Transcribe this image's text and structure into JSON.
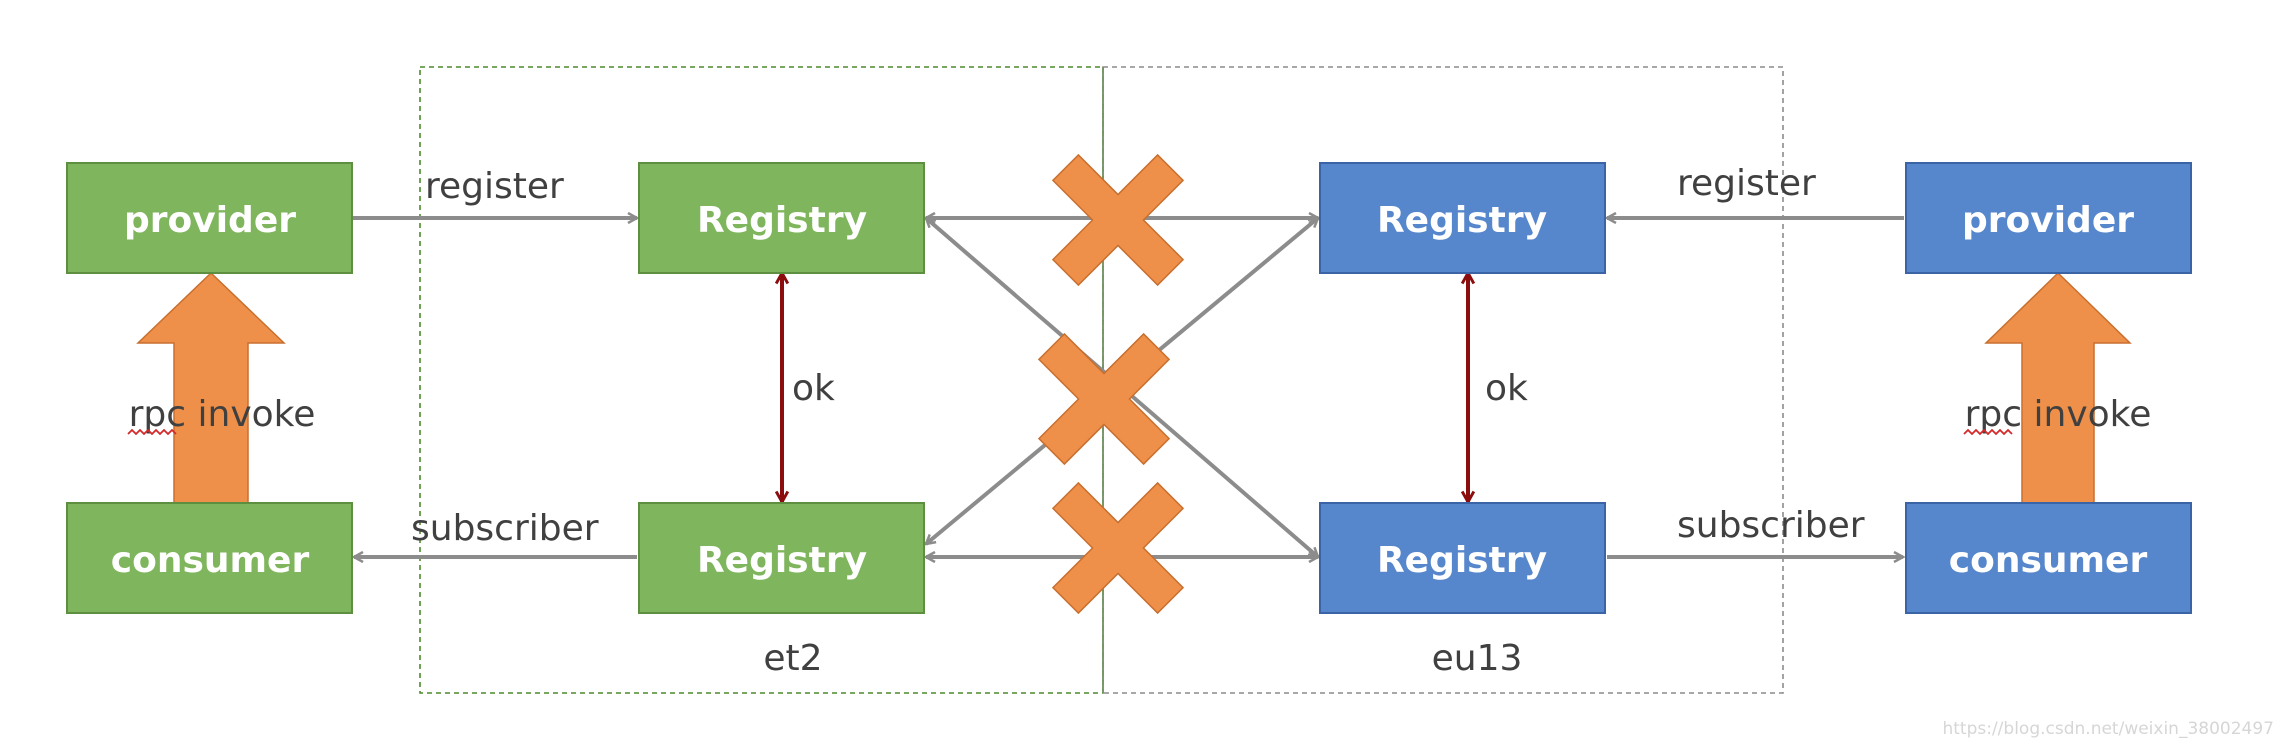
{
  "colors": {
    "green_fill": "#7fb55c",
    "green_border": "#5e8f40",
    "blue_fill": "#5686cb",
    "blue_border": "#3b64a6",
    "gray_arrow": "#8c8c8c",
    "dark_red_arrow": "#8b0d0d",
    "orange": "#ef904a",
    "orange_border": "#c86f2e",
    "zone_left_border": "#4e8a2c",
    "zone_right_border": "#8c8c8c"
  },
  "nodes": {
    "left_provider": "provider",
    "left_consumer": "consumer",
    "left_registry_top": "Registry",
    "left_registry_bottom": "Registry",
    "right_registry_top": "Registry",
    "right_registry_bottom": "Registry",
    "right_provider": "provider",
    "right_consumer": "consumer"
  },
  "edge_labels": {
    "left_register": "register",
    "left_subscriber": "subscriber",
    "left_ok": "ok",
    "right_register": "register",
    "right_subscriber": "subscriber",
    "right_ok": "ok",
    "left_rpc_invoke": "rpc invoke",
    "right_rpc_invoke": "rpc invoke"
  },
  "zones": {
    "left": "et2",
    "right": "eu13"
  },
  "watermark": "https://blog.csdn.net/weixin_38002497"
}
